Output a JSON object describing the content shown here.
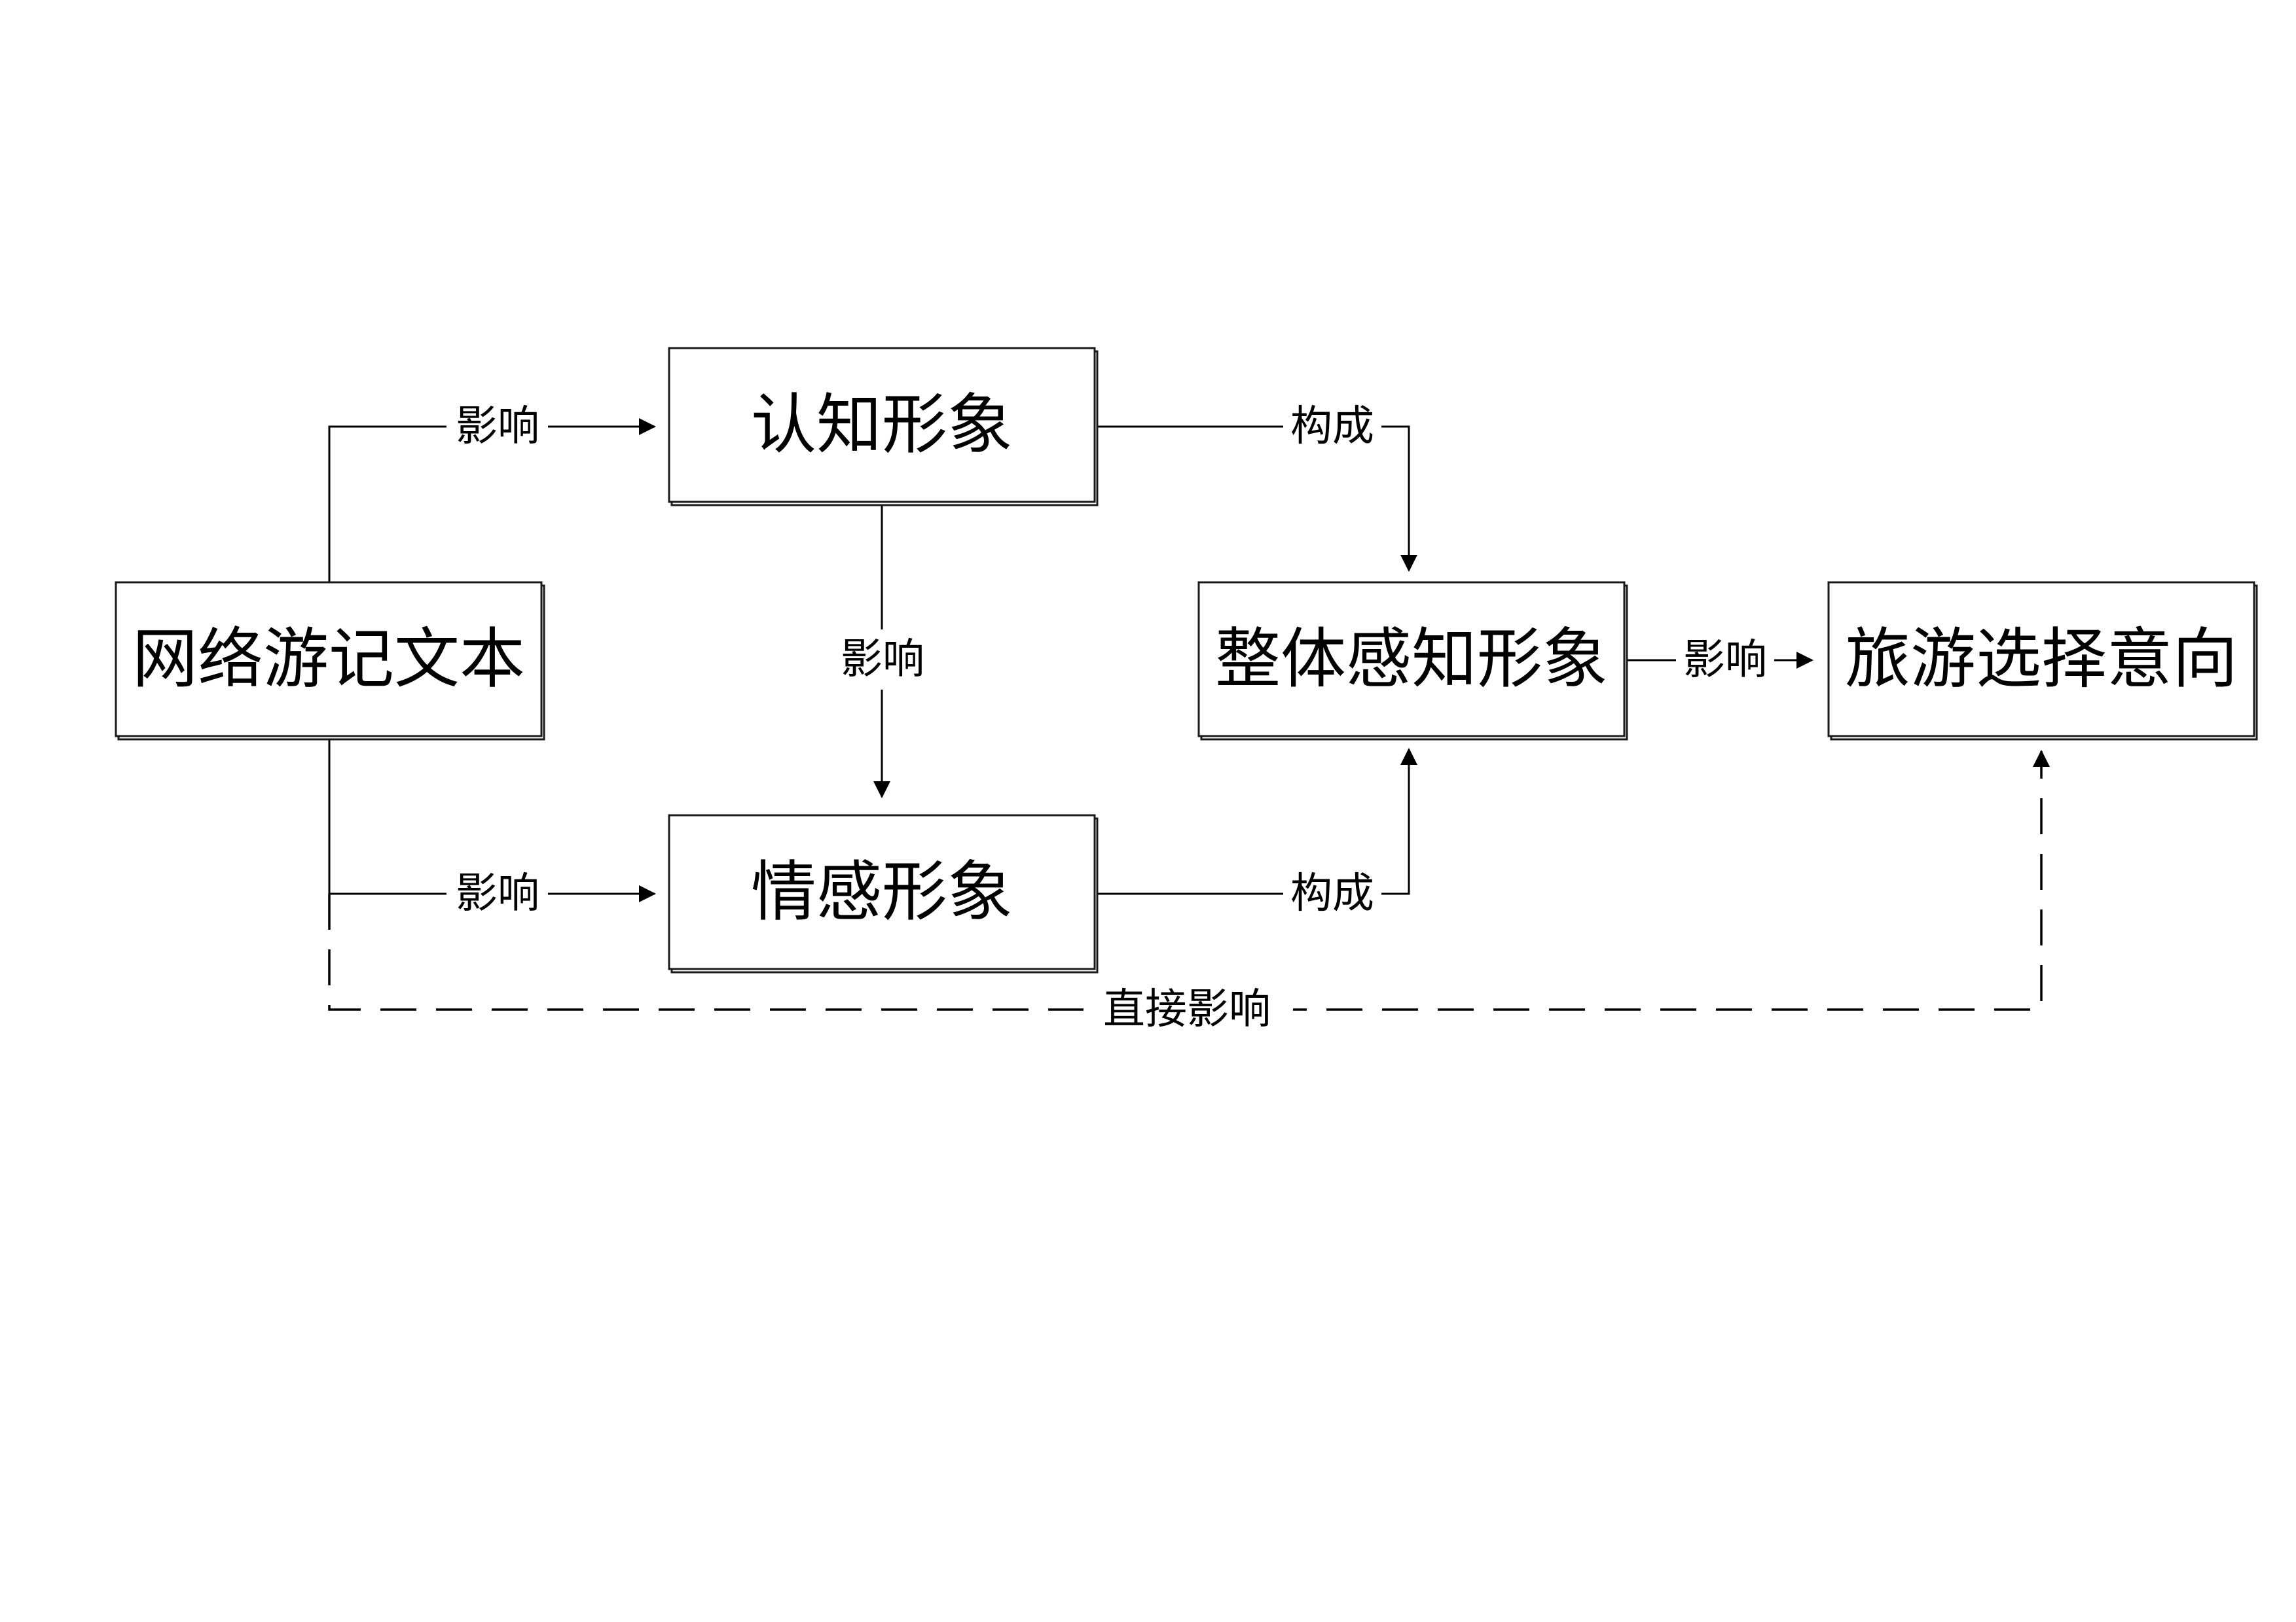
{
  "nodes": {
    "source": "网络游记文本",
    "cognitive": "认知形象",
    "affective": "情感形象",
    "overall": "整体感知形象",
    "intention": "旅游选择意向"
  },
  "edges": {
    "source_to_cognitive": "影响",
    "source_to_affective": "影响",
    "cognitive_to_affective": "影响",
    "cognitive_to_overall": "构成",
    "affective_to_overall": "构成",
    "overall_to_intention": "影响",
    "source_to_intention": "直接影响"
  },
  "colors": {
    "line": "#000000",
    "box_border": "#1a1a1a",
    "background": "#ffffff"
  }
}
